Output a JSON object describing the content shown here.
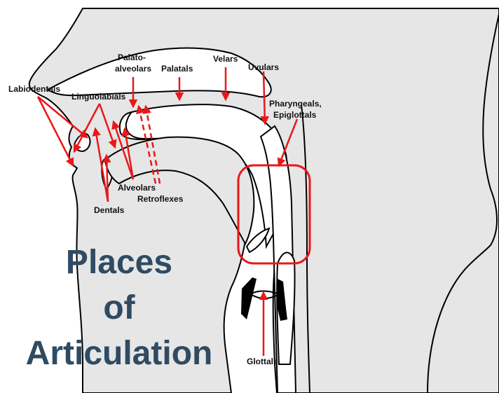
{
  "labels": {
    "labiodentals": "Labiodentals",
    "linguolabials": "Linguolabials",
    "dentals": "Dentals",
    "alveolars": "Alveolars",
    "retroflexes": "Retroflexes",
    "palato_line1": "Palato-",
    "palato_line2": "alveolars",
    "palatals": "Palatals",
    "velars": "Velars",
    "uvulars": "Uvulars",
    "pharyngeals_line1": "Pharyngeals,",
    "pharyngeals_line2": "Epiglottals",
    "glottals": "Glottals"
  },
  "title": {
    "line1": "Places",
    "line2": "of",
    "line3": "Articulation"
  },
  "colors": {
    "tissue": "#e6e6e6",
    "outline": "#000000",
    "arrow": "#e8181a",
    "title": "#2f4b63",
    "box": "#e8181a"
  }
}
